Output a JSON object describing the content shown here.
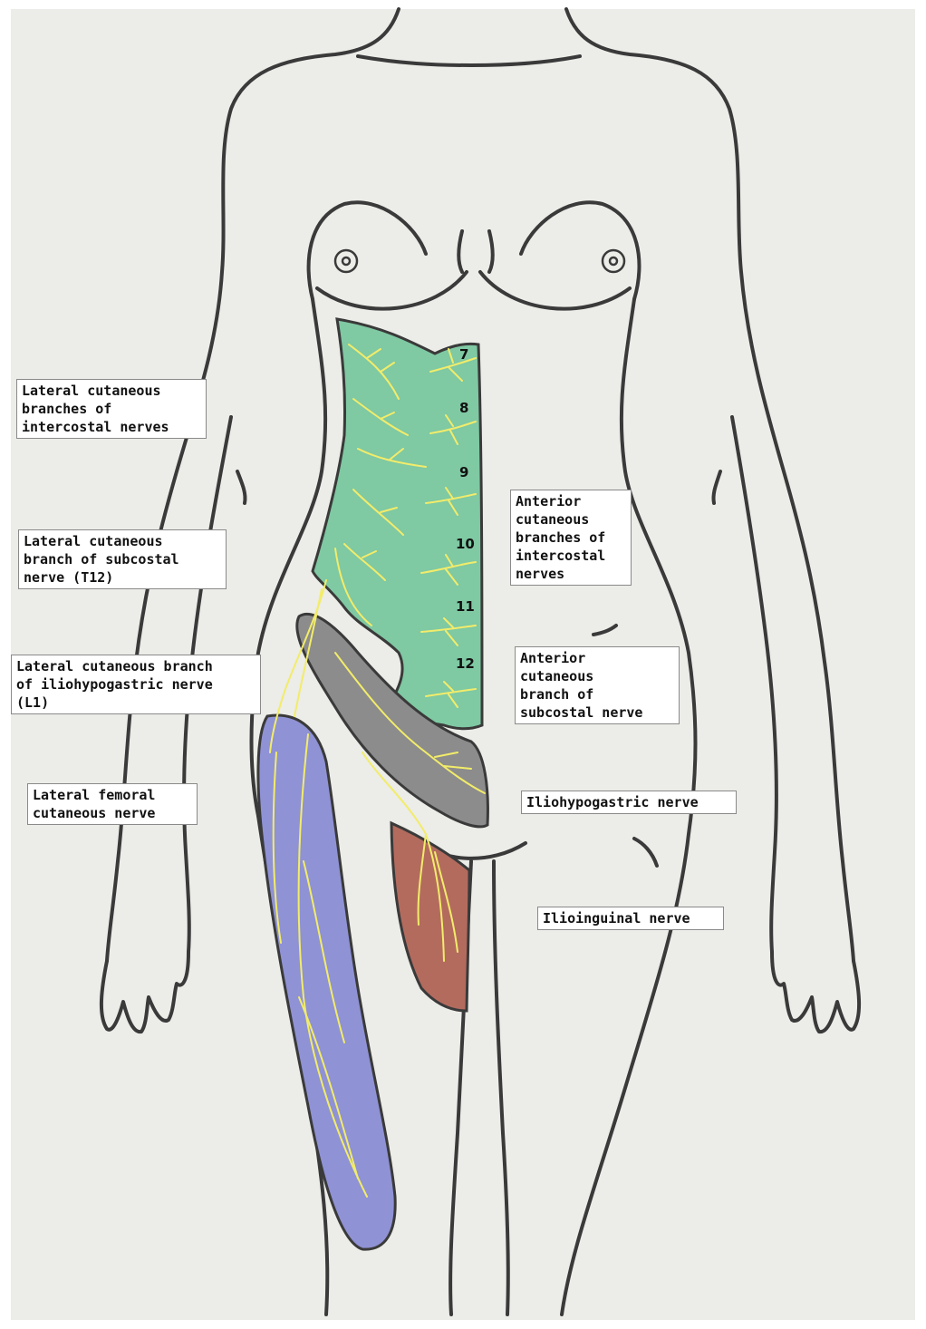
{
  "colors": {
    "background": "#ecece8",
    "outline": "#3a3a3a",
    "intercostal_region": "#7fc9a3",
    "iliohypogastric_region": "#8c8c8c",
    "lateral_femoral_region": "#8f92d4",
    "ilioinguinal_region": "#b36b5e",
    "nerve_branches": "#f2ec6a",
    "label_box": "#ffffff"
  },
  "segment_numbers": [
    "7",
    "8",
    "9",
    "10",
    "11",
    "12"
  ],
  "labels": {
    "lateral_intercostal": "Lateral cutaneous\nbranches of\nintercostal nerves",
    "lateral_subcostal": "Lateral cutaneous\nbranch of subcostal\nnerve (T12)",
    "lateral_iliohypogastric": "Lateral cutaneous branch\nof iliohypogastric nerve\n(L1)",
    "lateral_femoral": "Lateral femoral\ncutaneous nerve",
    "anterior_intercostal": "Anterior\ncutaneous\nbranches of\nintercostal\nnerves",
    "anterior_subcostal": "Anterior\ncutaneous\nbranch of\nsubcostal nerve",
    "iliohypogastric": "Iliohypogastric nerve",
    "ilioinguinal": "Ilioinguinal nerve"
  }
}
